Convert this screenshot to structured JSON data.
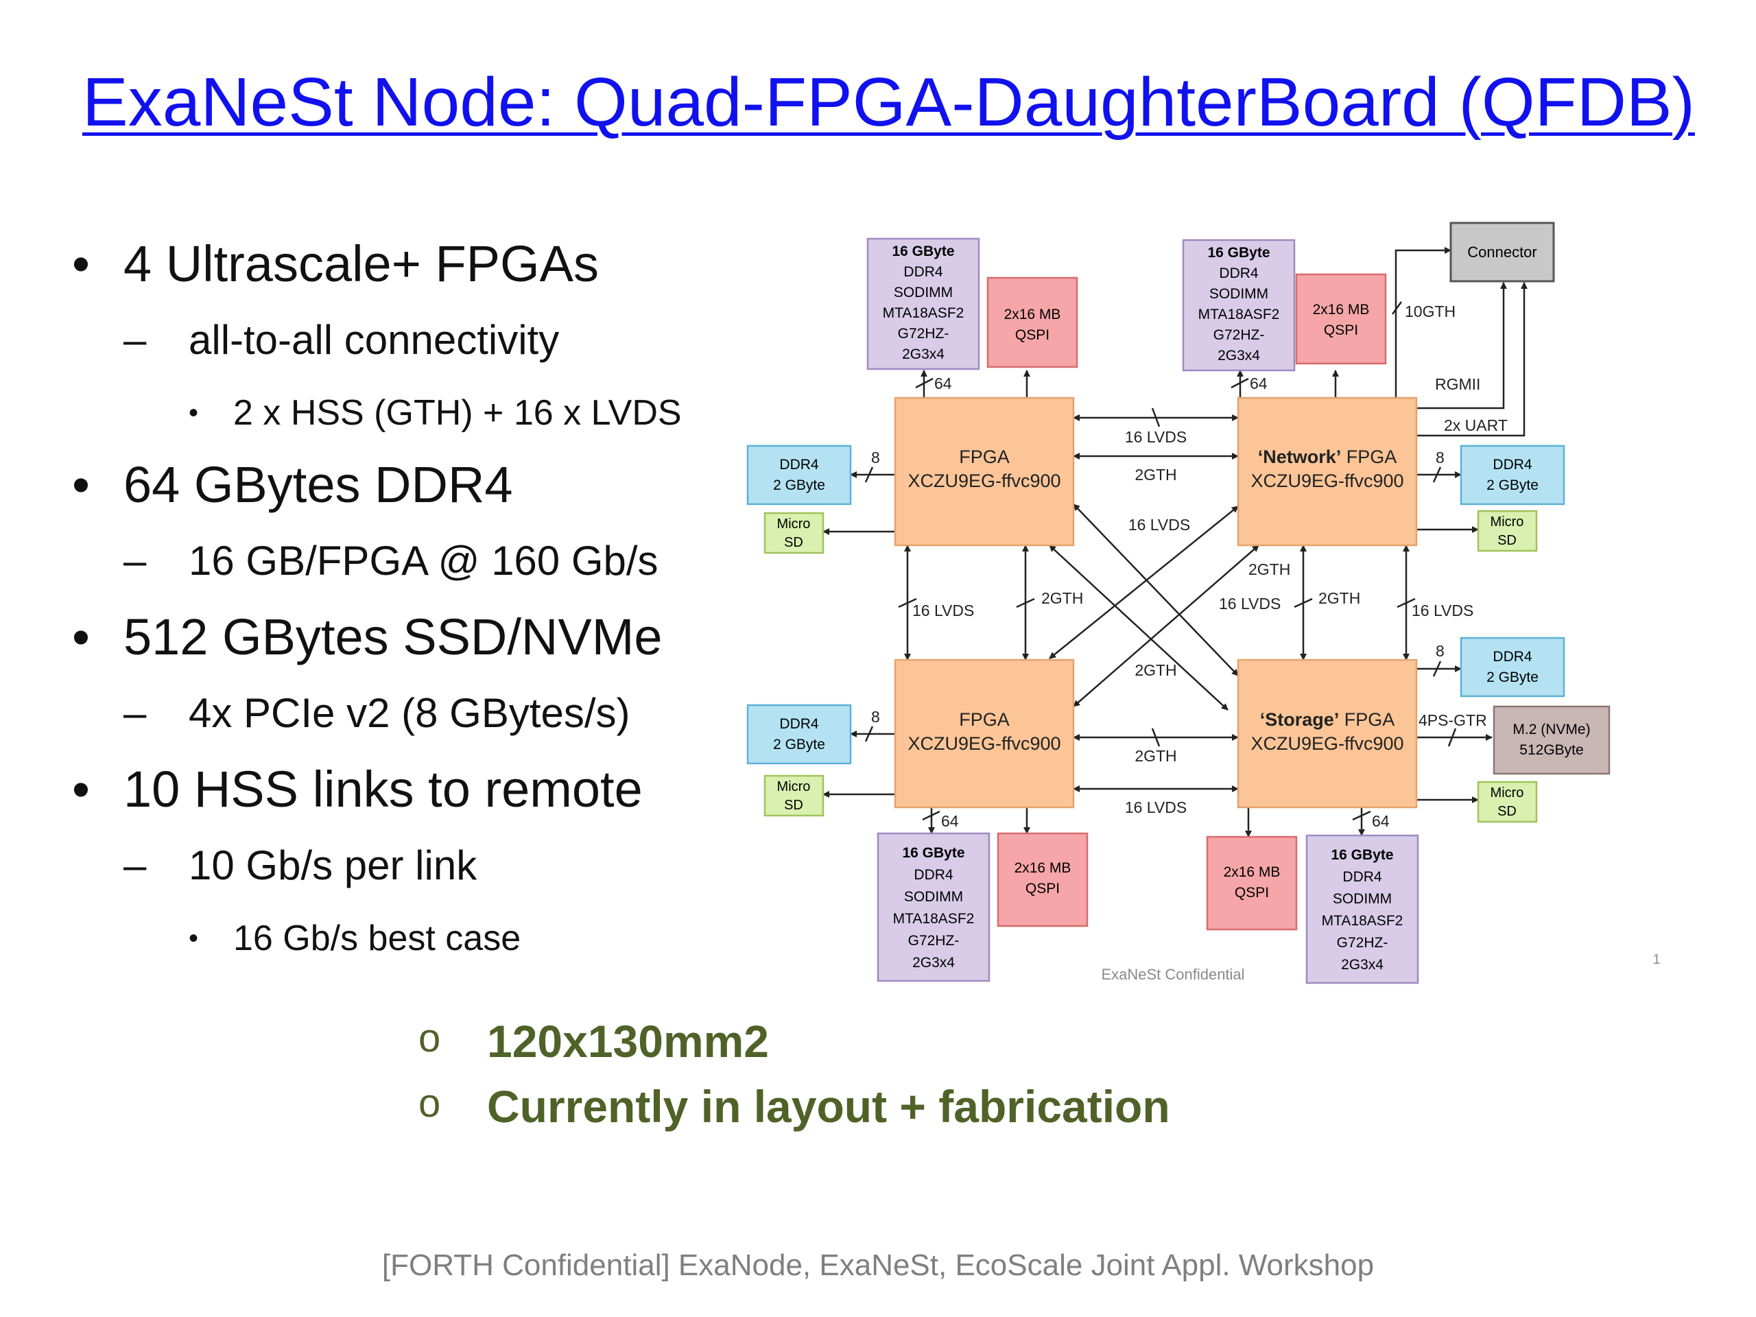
{
  "title": "ExaNeSt Node: Quad-FPGA-DaughterBoard (QFDB)",
  "bullets": {
    "b1": "4 Ultrascale+ FPGAs",
    "b1a": "all-to-all connectivity",
    "b1a1": "2 x HSS (GTH) + 16 x LVDS",
    "b2": "64 GBytes DDR4",
    "b2a": "16 GB/FPGA @ 160 Gb/s",
    "b3": "512 GBytes SSD/NVMe",
    "b3a": "4x PCIe v2 (8 GBytes/s)",
    "b4": "10 HSS links to remote",
    "b4a": "10 Gb/s per link",
    "b4a1": "16 Gb/s best case"
  },
  "sub": {
    "marker": "o",
    "s1": "120x130mm2",
    "s2": "Currently in layout + fabrication"
  },
  "footer": "[FORTH Confidential] ExaNode, ExaNeSt, EcoScale Joint Appl. Workshop",
  "diagram": {
    "fpga": "FPGA",
    "part": "XCZU9EG-ffvc900",
    "network_name": "‘Network’",
    "storage_name": "‘Storage’",
    "sodimm": [
      "16 GByte",
      "DDR4",
      "SODIMM",
      "MTA18ASF2",
      "G72HZ-",
      "2G3x4"
    ],
    "qspi": [
      "2x16 MB",
      "QSPI"
    ],
    "ddr4": [
      "DDR4",
      "2 GByte"
    ],
    "microsd": [
      "Micro",
      "SD"
    ],
    "connector": "Connector",
    "nvme": [
      "M.2 (NVMe)",
      "512GByte"
    ],
    "lbl_16lvds": "16 LVDS",
    "lbl_2gth": "2GTH",
    "lbl_10gth": "10GTH",
    "lbl_rgmii": "RGMII",
    "lbl_uart": "2x UART",
    "lbl_4psgtr": "4PS-GTR",
    "lbl_64": "64",
    "lbl_8": "8",
    "confidential": "ExaNeSt Confidential",
    "page_num": "1"
  },
  "colors": {
    "title": "#1111ee",
    "subtitle_green": "#4f6228",
    "fpga_fill": "#fbc597",
    "sodimm_fill": "#d8cce8",
    "qspi_fill": "#f6a6a8",
    "ddr4_fill": "#b4e2f2",
    "microsd_fill": "#d9f0b0",
    "connector_fill": "#c8c8c8",
    "nvme_fill": "#c9b7b5"
  }
}
